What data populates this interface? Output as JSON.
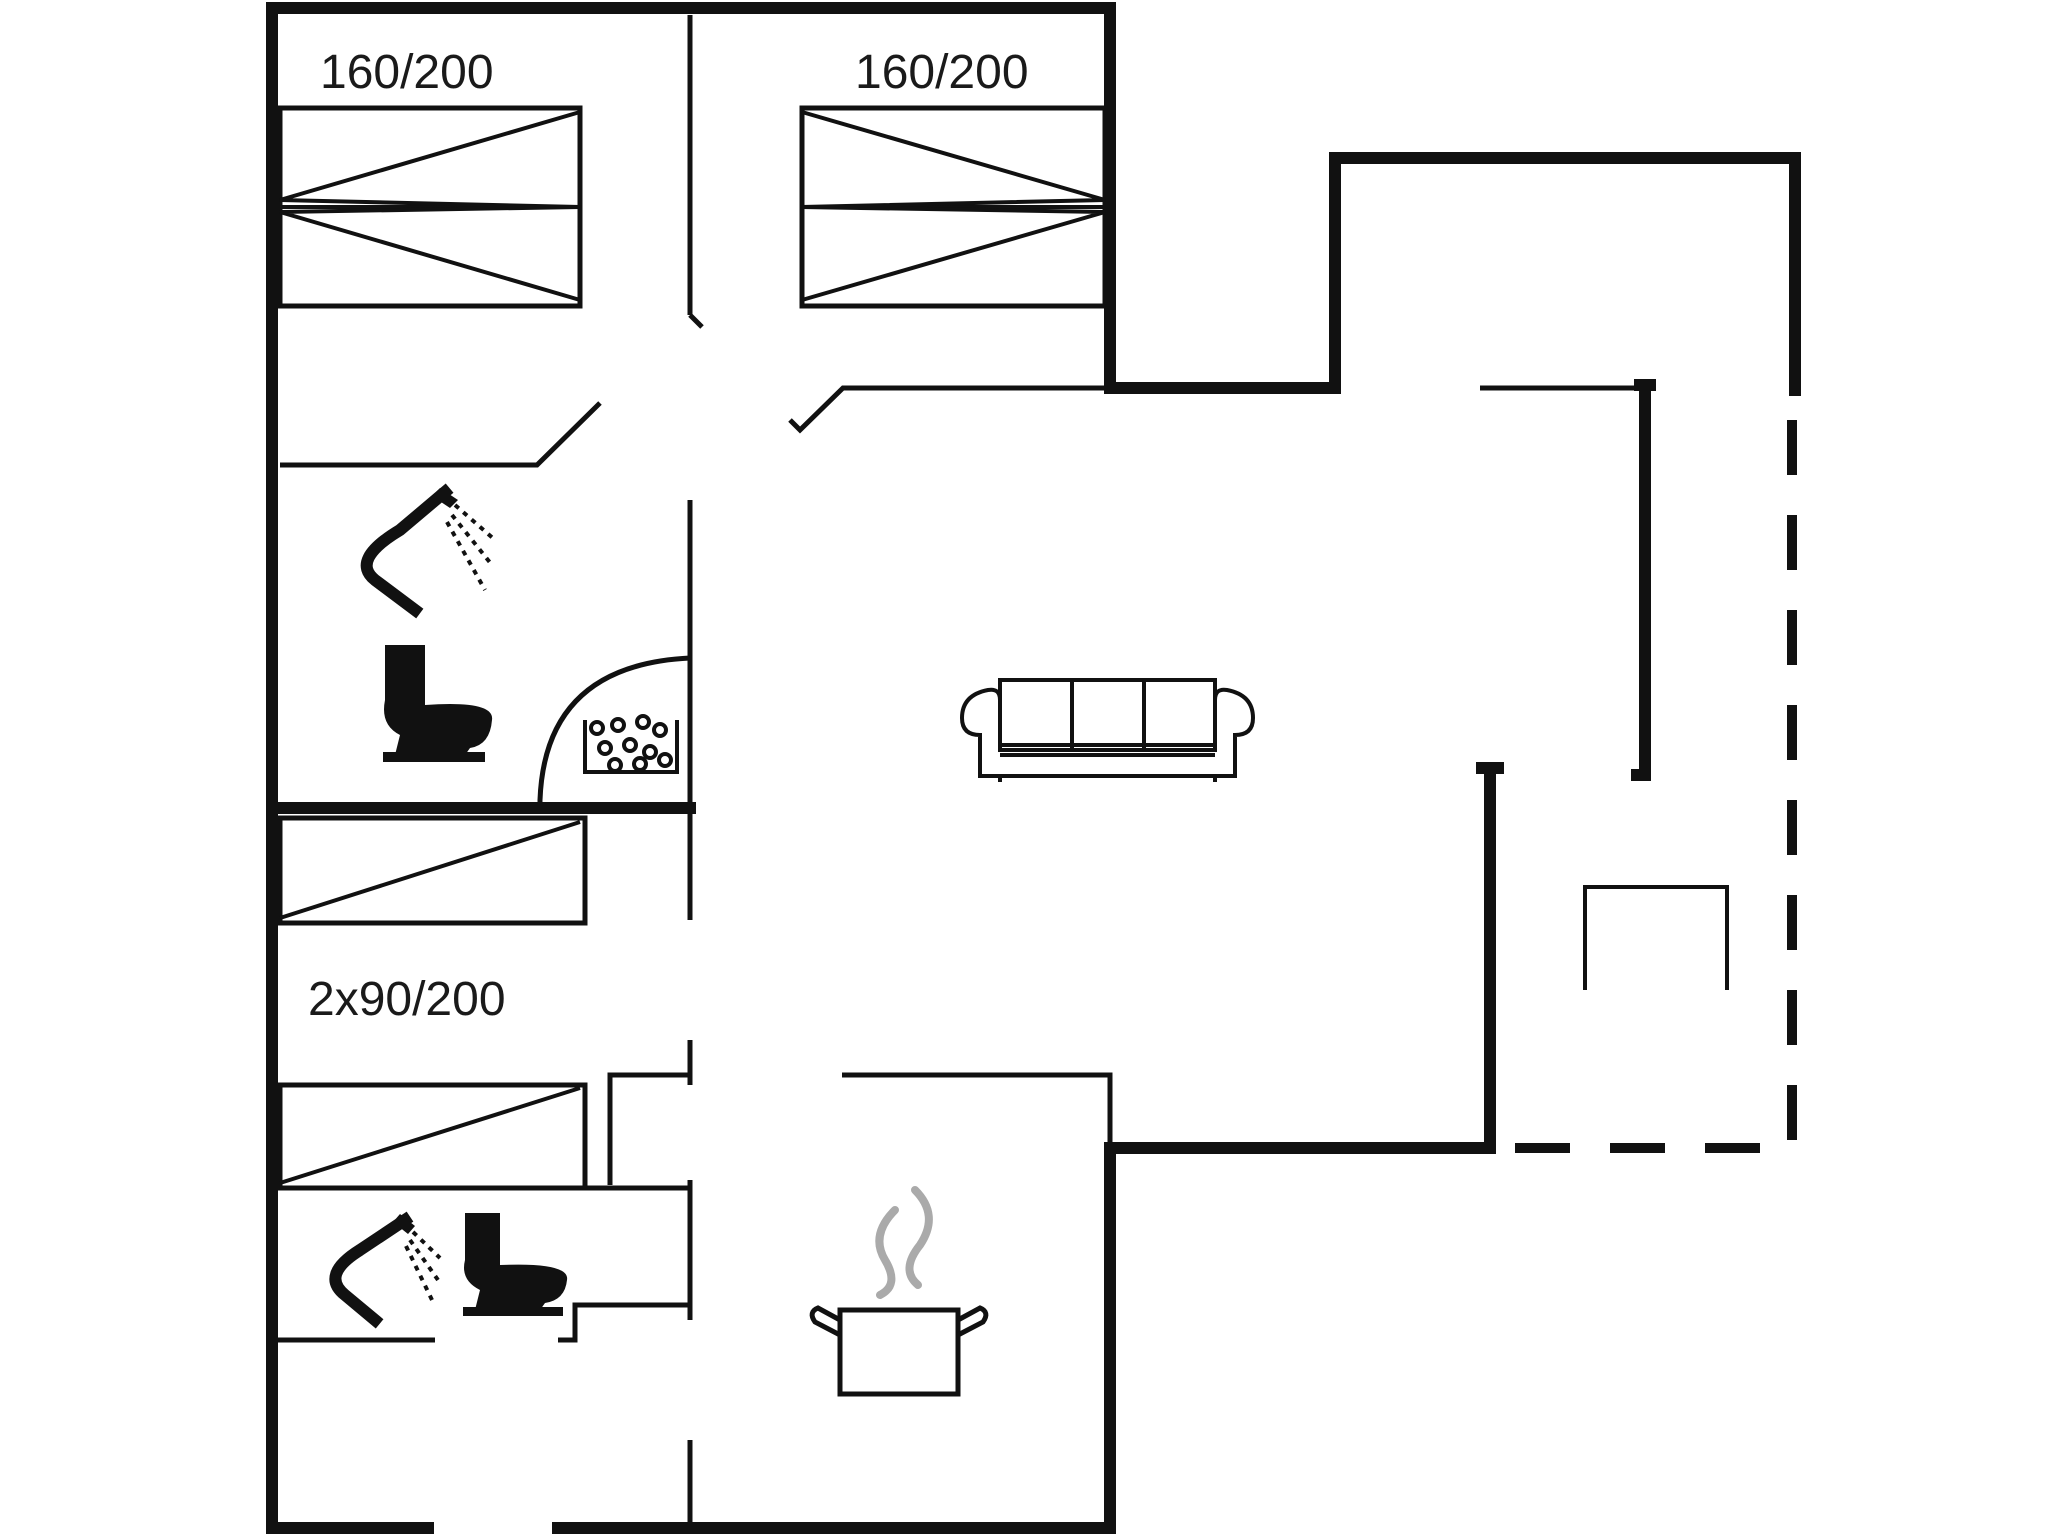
{
  "labels": {
    "bed_1": "160/200",
    "bed_2": "160/200",
    "bed_3": "2x90/200"
  },
  "icons": [
    "shower-icon",
    "toilet-icon",
    "whirlpool-icon",
    "sofa-icon",
    "cooking-pot-icon"
  ],
  "colors": {
    "wall": "#111111",
    "steam": "#aaaaaa"
  }
}
